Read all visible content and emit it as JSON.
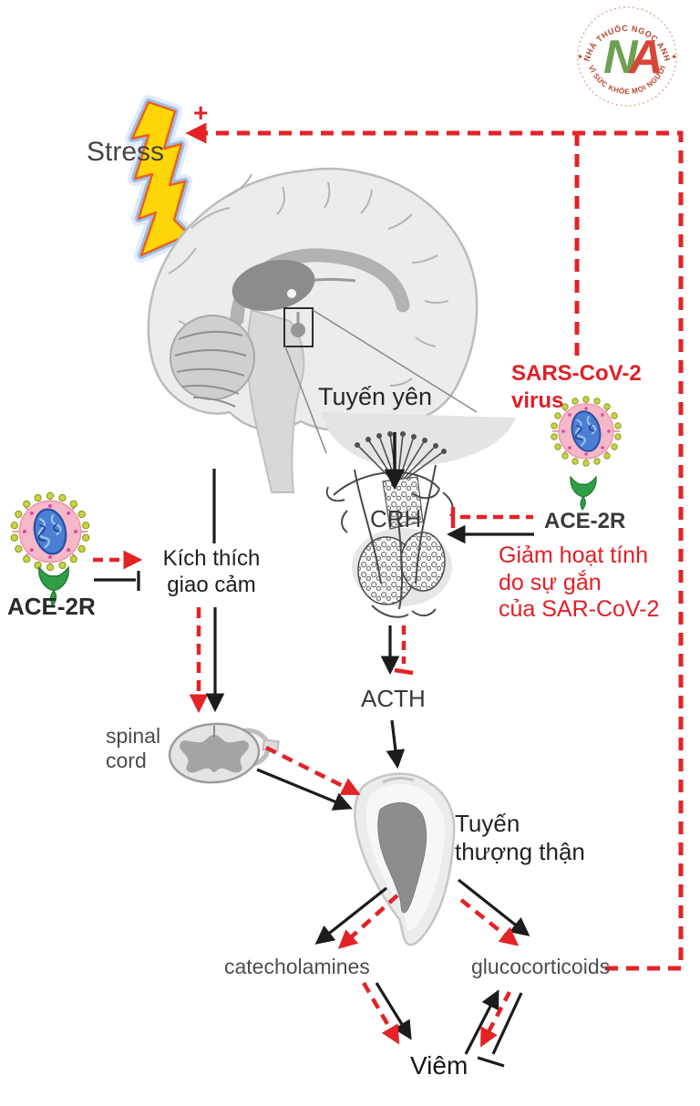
{
  "logo": {
    "top_text": "NHÀ THUỐC NGỌC ANH",
    "bottom_text": "VÌ SỨC KHỎE MỌI NGƯỜI",
    "monogram": {
      "n": "N",
      "a": "A"
    },
    "colors": {
      "text": "#b8452e",
      "n": "#6f9f52",
      "a": "#d84638"
    }
  },
  "diagram": {
    "stress_label": "Stress",
    "plus_sign": "+",
    "pituitary_label": "Tuyến yên",
    "virus_label": {
      "line1": "SARS-CoV-2",
      "line2": "virus"
    },
    "ace2r_right_label": "ACE-2R",
    "ace2r_left_label": "ACE-2R",
    "crh_label": "CRH",
    "acth_label": "ACTH",
    "reduced_activity_note": {
      "line1": "Giảm hoạt tính",
      "line2": "do sự gắn",
      "line3": "của SAR-CoV-2"
    },
    "sympathetic_label": {
      "line1": "Kích thích",
      "line2": "giao cảm"
    },
    "spinal_cord_label": {
      "line1": "spinal",
      "line2": "cord"
    },
    "adrenal_label": {
      "line1": "Tuyến",
      "line2": "thượng thận"
    },
    "catecholamines_label": "catecholamines",
    "glucocorticoids_label": "glucocorticoids",
    "inflammation_label": "Viêm"
  },
  "colors": {
    "arrow_red": "#e32326",
    "arrow_black": "#1c1c1c",
    "lightning_yellow": "#ffd60a",
    "lightning_outline": "#e8641c",
    "virus_body_pink": "#f5b8c8",
    "virus_core_blue": "#4a7fd4",
    "receptor_green": "#2f9e44",
    "brain_gray": "#ececec"
  }
}
